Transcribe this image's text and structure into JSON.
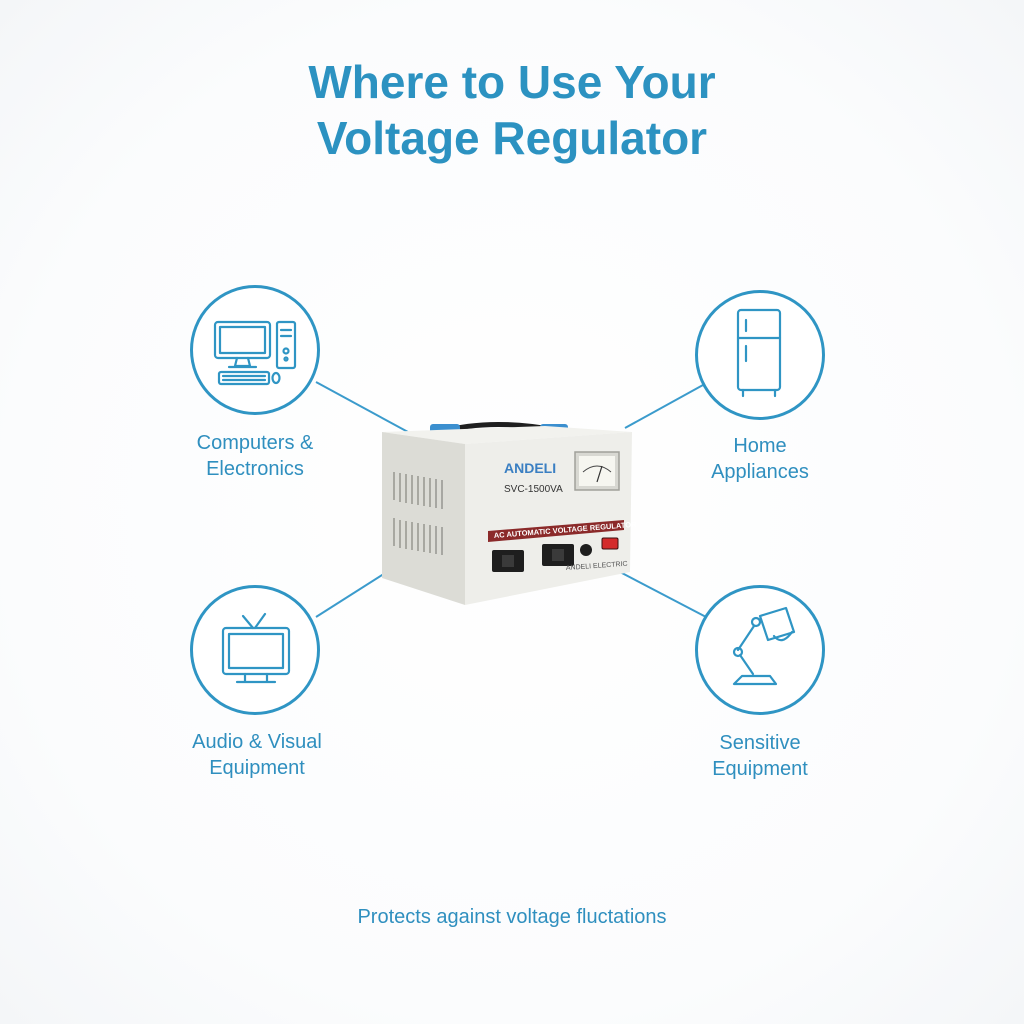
{
  "title": {
    "line1": "Where to Use Your",
    "line2": "Voltage Regulator"
  },
  "uses": [
    {
      "icon": "computer-icon",
      "label_line1": "Computers &",
      "label_line2": "Electronics"
    },
    {
      "icon": "refrigerator-icon",
      "label_line1": "Home",
      "label_line2": "Appliances"
    },
    {
      "icon": "tv-icon",
      "label_line1": "Audio & Visual",
      "label_line2": "Equipment"
    },
    {
      "icon": "desk-lamp-icon",
      "label_line1": "Sensitive",
      "label_line2": "Equipment"
    }
  ],
  "device": {
    "brand": "ANDELI",
    "model": "SVC-1500VA",
    "band_text": "AC AUTOMATIC VOLTAGE REGULATOR",
    "front_small_text": "ANDELI ELECTRIC"
  },
  "footer": {
    "tagline": "Protects against voltage fluctations"
  },
  "colors": {
    "accent": "#2c92c1",
    "device_band": "#8b2a2a",
    "device_body": "#eeeeea"
  }
}
